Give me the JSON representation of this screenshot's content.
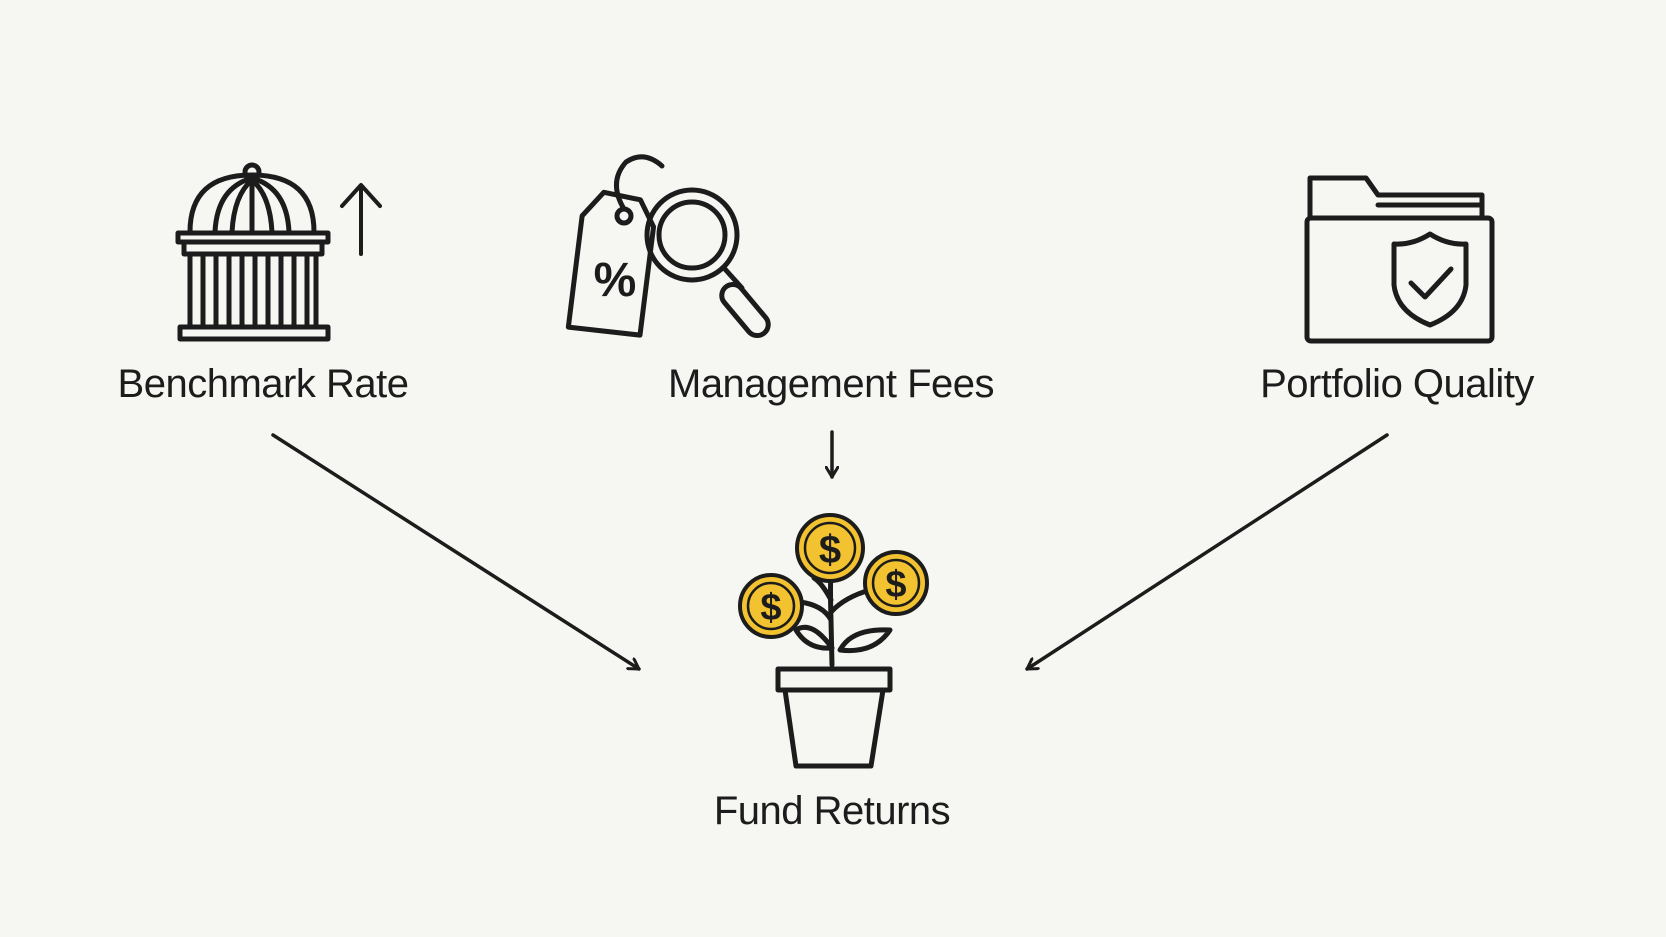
{
  "nodes": {
    "benchmark": {
      "label": "Benchmark Rate",
      "icon": "bank-building-icon"
    },
    "fees": {
      "label": "Management Fees",
      "icon": "price-tag-magnifier-icon",
      "tag_symbol": "%"
    },
    "portfolio": {
      "label": "Portfolio Quality",
      "icon": "folder-shield-check-icon"
    },
    "returns": {
      "label": "Fund Returns",
      "icon": "money-plant-pot-icon",
      "coin_symbol": "$"
    }
  },
  "colors": {
    "background": "#f6f6f3",
    "stroke": "#1c1c1c",
    "coin": "#f2c230"
  }
}
